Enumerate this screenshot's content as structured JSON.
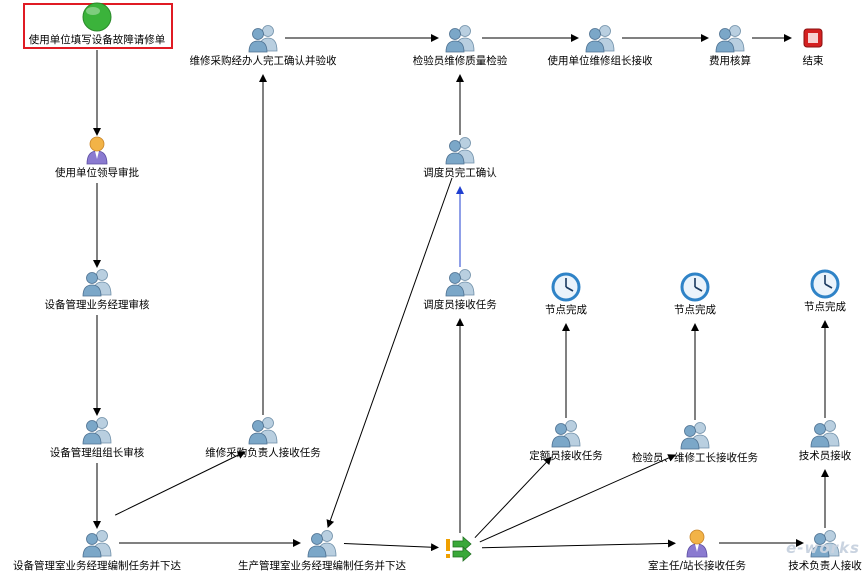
{
  "nodes": [
    {
      "id": "start",
      "label": "使用单位填写设备故障请修单",
      "icon": "green-circle-icon"
    },
    {
      "id": "leader",
      "label": "使用单位领导审批",
      "icon": "person-icon"
    },
    {
      "id": "mgr",
      "label": "设备管理业务经理审核",
      "icon": "users-icon"
    },
    {
      "id": "grp",
      "label": "设备管理组组长审核",
      "icon": "users-icon"
    },
    {
      "id": "room",
      "label": "设备管理室业务经理编制任务并下达",
      "icon": "users-icon"
    },
    {
      "id": "purchRecv",
      "label": "维修采购负责人接收任务",
      "icon": "users-icon"
    },
    {
      "id": "purchDone",
      "label": "维修采购经办人完工确认并验收",
      "icon": "users-icon"
    },
    {
      "id": "prod",
      "label": "生产管理室业务经理编制任务并下达",
      "icon": "users-icon"
    },
    {
      "id": "gw",
      "label": "",
      "icon": "gateway-icon"
    },
    {
      "id": "dispRecv",
      "label": "调度员接收任务",
      "icon": "users-icon"
    },
    {
      "id": "dispDone",
      "label": "调度员完工确认",
      "icon": "users-icon"
    },
    {
      "id": "inspect",
      "label": "检验员维修质量检验",
      "icon": "users-icon"
    },
    {
      "id": "useGrp",
      "label": "使用单位维修组长接收",
      "icon": "users-icon"
    },
    {
      "id": "fee",
      "label": "费用核算",
      "icon": "users-icon"
    },
    {
      "id": "end",
      "label": "结束",
      "icon": "stop-icon"
    },
    {
      "id": "quota",
      "label": "定额员接收任务",
      "icon": "users-icon"
    },
    {
      "id": "clk1",
      "label": "节点完成",
      "icon": "clock-icon"
    },
    {
      "id": "insp2",
      "label": "检验员、维修工长接收任务",
      "icon": "users-icon"
    },
    {
      "id": "clk2",
      "label": "节点完成",
      "icon": "clock-icon"
    },
    {
      "id": "chief",
      "label": "室主任/站长接收任务",
      "icon": "person-icon"
    },
    {
      "id": "tech",
      "label": "技术员接收",
      "icon": "users-icon"
    },
    {
      "id": "techResp",
      "label": "技术负责人接收",
      "icon": "users-icon"
    },
    {
      "id": "clk3",
      "label": "节点完成",
      "icon": "clock-icon"
    }
  ],
  "edges": [
    {
      "from": "start",
      "to": "leader"
    },
    {
      "from": "leader",
      "to": "mgr"
    },
    {
      "from": "mgr",
      "to": "grp"
    },
    {
      "from": "grp",
      "to": "room"
    },
    {
      "from": "room",
      "to": "purchRecv"
    },
    {
      "from": "room",
      "to": "prod"
    },
    {
      "from": "purchRecv",
      "to": "purchDone"
    },
    {
      "from": "purchDone",
      "to": "inspect"
    },
    {
      "from": "dispDone",
      "to": "prod"
    },
    {
      "from": "prod",
      "to": "gw"
    },
    {
      "from": "gw",
      "to": "dispRecv"
    },
    {
      "from": "gw",
      "to": "quota"
    },
    {
      "from": "gw",
      "to": "insp2"
    },
    {
      "from": "gw",
      "to": "chief"
    },
    {
      "from": "dispRecv",
      "to": "dispDone",
      "color": "#1f3fd0"
    },
    {
      "from": "dispDone",
      "to": "inspect"
    },
    {
      "from": "inspect",
      "to": "useGrp"
    },
    {
      "from": "useGrp",
      "to": "fee"
    },
    {
      "from": "fee",
      "to": "end"
    },
    {
      "from": "quota",
      "to": "clk1"
    },
    {
      "from": "insp2",
      "to": "clk2"
    },
    {
      "from": "chief",
      "to": "techResp"
    },
    {
      "from": "techResp",
      "to": "tech"
    },
    {
      "from": "tech",
      "to": "clk3"
    }
  ],
  "selected_node": "start",
  "colors": {
    "selection": "#e01b24",
    "edge": "#000000",
    "edge_highlight": "#1f3fd0",
    "users_front": "#7ba7c8",
    "users_back": "#b9cfe0",
    "person_body": "#8a7ad0",
    "person_head": "#f2b347",
    "clock": "#2f83c7",
    "start": "#3bb33b",
    "stop": "#d42020"
  },
  "watermark": "e-works"
}
